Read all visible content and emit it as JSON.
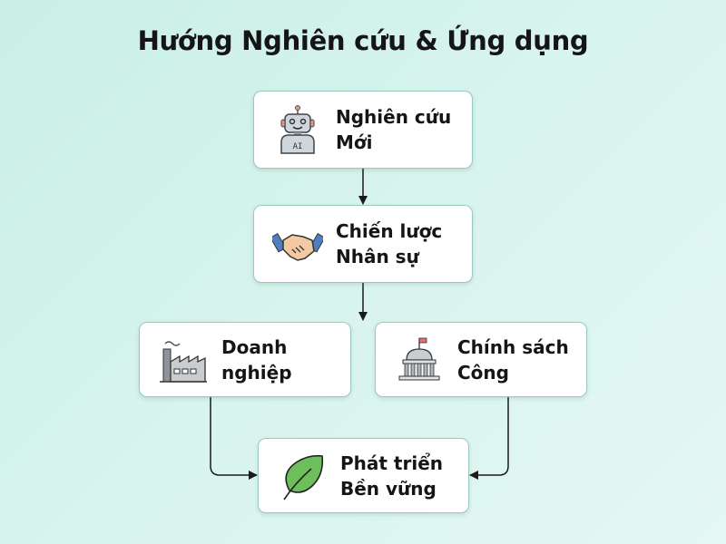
{
  "title": "Hướng Nghiên cứu & Ứng dụng",
  "nodes": [
    {
      "id": "research",
      "line1": "Nghiên cứu",
      "line2": "Mới",
      "icon": "robot-ai-icon"
    },
    {
      "id": "strategy",
      "line1": "Chiến lược",
      "line2": "Nhân sự",
      "icon": "handshake-icon"
    },
    {
      "id": "business",
      "line1": "Doanh",
      "line2": "nghiệp",
      "icon": "factory-icon"
    },
    {
      "id": "policy",
      "line1": "Chính sách",
      "line2": "Công",
      "icon": "government-building-icon"
    },
    {
      "id": "sustainable",
      "line1": "Phát triển",
      "line2": "Bền vững",
      "icon": "leaf-icon"
    }
  ],
  "edges": [
    {
      "from": "research",
      "to": "strategy"
    },
    {
      "from": "strategy",
      "to": "business"
    },
    {
      "from": "strategy",
      "to": "policy"
    },
    {
      "from": "business",
      "to": "sustainable"
    },
    {
      "from": "policy",
      "to": "sustainable"
    }
  ],
  "colors": {
    "background": "#d4f3ec",
    "box_border": "#9cc9bf",
    "leaf": "#6cbf5a",
    "arrow": "#1a1a1a"
  }
}
